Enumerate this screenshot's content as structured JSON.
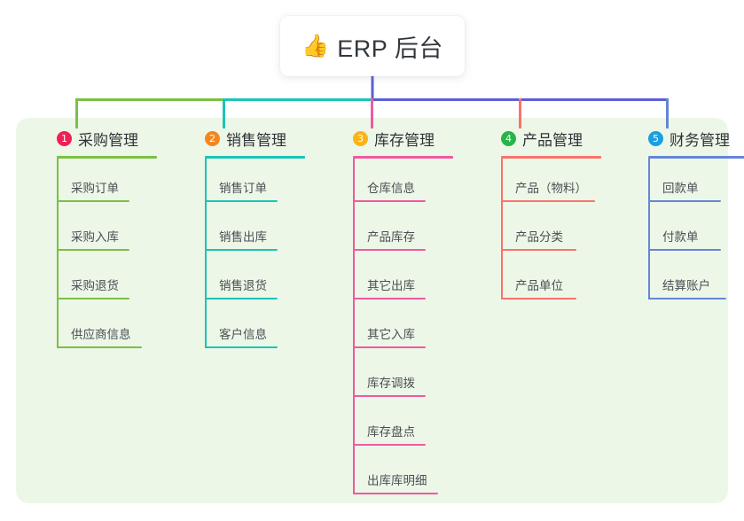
{
  "diagram": {
    "type": "org-tree",
    "root": {
      "icon": "thumbs-up-icon",
      "emoji": "👍",
      "title": "ERP 后台"
    },
    "panel_color": "#edf7e8",
    "background_color": "#ffffff",
    "trunk_color": "#5c5fd6",
    "columns": [
      {
        "index": "1",
        "title": "采购管理",
        "badge_color": "#f01f55",
        "line_color": "#7bc043",
        "rule_width": 113,
        "items": [
          {
            "label": "采购订单",
            "rule_width": 82
          },
          {
            "label": "采购入库",
            "rule_width": 82
          },
          {
            "label": "采购退货",
            "rule_width": 82
          },
          {
            "label": "供应商信息",
            "rule_width": 96
          }
        ]
      },
      {
        "index": "2",
        "title": "销售管理",
        "badge_color": "#f5861f",
        "line_color": "#1cc4b5",
        "rule_width": 113,
        "items": [
          {
            "label": "销售订单",
            "rule_width": 82
          },
          {
            "label": "销售出库",
            "rule_width": 82
          },
          {
            "label": "销售退货",
            "rule_width": 82
          },
          {
            "label": "客户信息",
            "rule_width": 82
          }
        ]
      },
      {
        "index": "3",
        "title": "库存管理",
        "badge_color": "#fbb416",
        "line_color": "#ef5aa0",
        "rule_width": 113,
        "items": [
          {
            "label": "仓库信息",
            "rule_width": 82
          },
          {
            "label": "产品库存",
            "rule_width": 82
          },
          {
            "label": "其它出库",
            "rule_width": 82
          },
          {
            "label": "其它入库",
            "rule_width": 82
          },
          {
            "label": "库存调拨",
            "rule_width": 82
          },
          {
            "label": "库存盘点",
            "rule_width": 82
          },
          {
            "label": "出库库明细",
            "rule_width": 96
          }
        ]
      },
      {
        "index": "4",
        "title": "产品管理",
        "badge_color": "#28b44a",
        "line_color": "#f9736a",
        "rule_width": 113,
        "items": [
          {
            "label": "产品（物料）",
            "rule_width": 106
          },
          {
            "label": "产品分类",
            "rule_width": 85
          },
          {
            "label": "产品单位",
            "rule_width": 85
          }
        ]
      },
      {
        "index": "5",
        "title": "财务管理",
        "badge_color": "#1a9fe0",
        "line_color": "#6585d8",
        "rule_width": 113,
        "items": [
          {
            "label": "回款单",
            "rule_width": 82
          },
          {
            "label": "付款单",
            "rule_width": 82
          },
          {
            "label": "结算账户",
            "rule_width": 88
          }
        ]
      }
    ]
  }
}
